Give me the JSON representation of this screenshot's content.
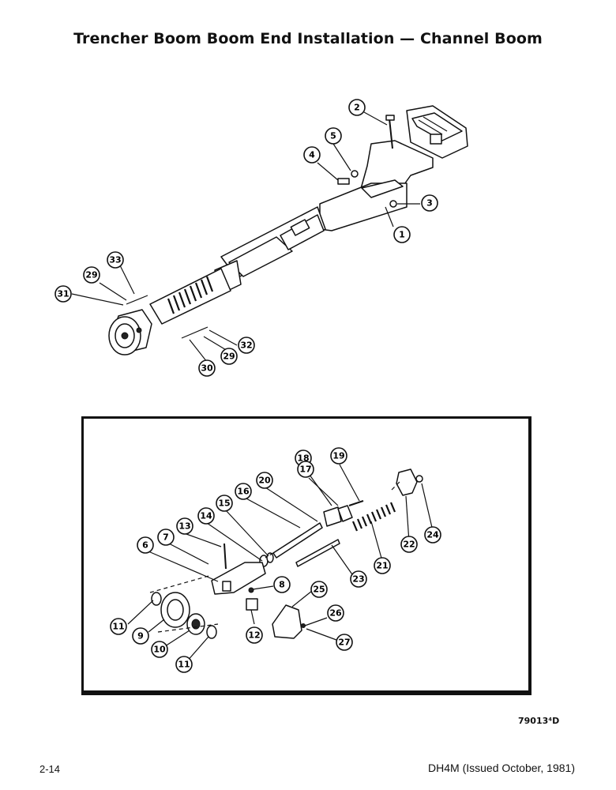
{
  "page": {
    "title": "Trencher Boom Boom End Installation — Channel Boom",
    "figure_number": "79013⁴D",
    "page_number": "2-14",
    "doc_reference": "DH4M (Issued October, 1981)"
  },
  "upper_callouts": [
    "2",
    "5",
    "4",
    "3",
    "1",
    "33",
    "29",
    "31",
    "32",
    "29",
    "30"
  ],
  "inset_callouts": [
    "18",
    "19",
    "17",
    "20",
    "16",
    "15",
    "14",
    "13",
    "7",
    "6",
    "8",
    "25",
    "26",
    "27",
    "12",
    "11",
    "9",
    "10",
    "11",
    "23",
    "21",
    "22",
    "24"
  ]
}
